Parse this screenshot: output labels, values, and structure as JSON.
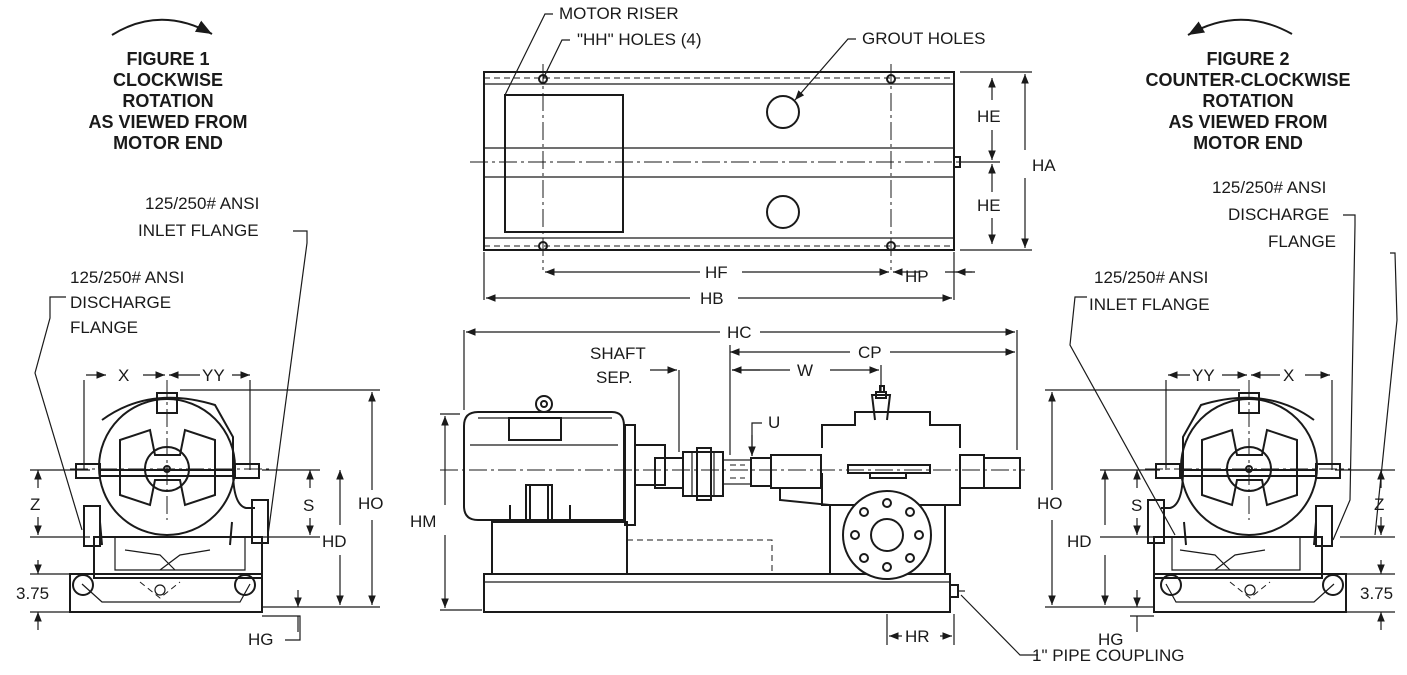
{
  "figure1": {
    "lines": [
      "FIGURE 1",
      "CLOCKWISE",
      "ROTATION",
      "AS VIEWED FROM",
      "MOTOR END"
    ],
    "inlet_flange": [
      "125/250# ANSI",
      "INLET FLANGE"
    ],
    "discharge_flange": [
      "125/250# ANSI",
      "DISCHARGE",
      "FLANGE"
    ],
    "dims": {
      "x": "X",
      "yy": "YY",
      "z": "Z",
      "s": "S",
      "hd": "HD",
      "ho": "HO",
      "hg": "HG",
      "base": "3.75"
    }
  },
  "figure2": {
    "lines": [
      "FIGURE 2",
      "COUNTER-CLOCKWISE",
      "ROTATION",
      "AS VIEWED FROM",
      "MOTOR END"
    ],
    "discharge_flange": [
      "125/250# ANSI",
      "DISCHARGE",
      "FLANGE"
    ],
    "inlet_flange": [
      "125/250# ANSI",
      "INLET FLANGE"
    ],
    "dims": {
      "x": "X",
      "yy": "YY",
      "z": "Z",
      "s": "S",
      "hd": "HD",
      "ho": "HO",
      "hg": "HG",
      "base": "3.75"
    }
  },
  "top_view": {
    "motor_riser": "MOTOR RISER",
    "hh_holes": "\"HH\" HOLES (4)",
    "grout_holes": "GROUT HOLES",
    "dims": {
      "he1": "HE",
      "he2": "HE",
      "ha": "HA",
      "hf": "HF",
      "hp": "HP",
      "hb": "HB"
    }
  },
  "side_view": {
    "shaft_sep": [
      "SHAFT",
      "SEP."
    ],
    "pipe_coupling": "1\" PIPE COUPLING",
    "dims": {
      "hc": "HC",
      "cp": "CP",
      "w": "W",
      "u": "U",
      "hm": "HM",
      "hr": "HR"
    }
  }
}
